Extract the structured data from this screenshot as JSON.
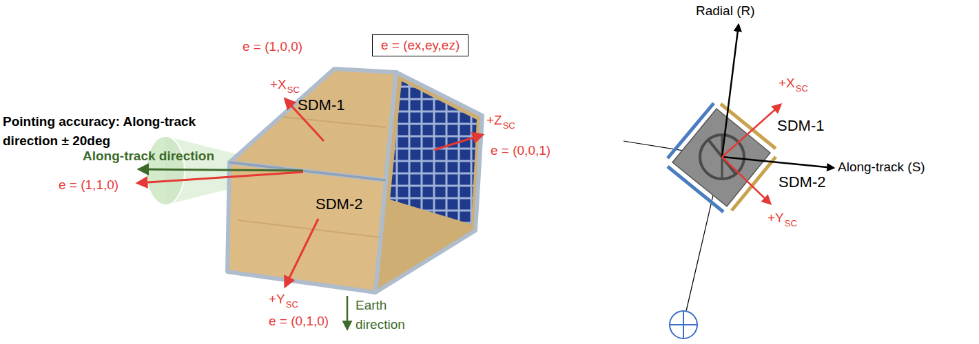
{
  "diagram": {
    "nodes": [
      {
        "text": [
          "e = (ex,ey,ez)"
        ]
      }
    ],
    "labels": [
      "e = (1,0,0)",
      "+X",
      "SC",
      "Pointing accuracy: Along-track direction ± 20deg",
      "Along-track direction",
      "e = (1,1,0)",
      "SDM-1",
      "+Z",
      "SC",
      "e = (0,0,1)",
      "SDM-2",
      "+Y",
      "SC",
      "e = (0,1,0)",
      "Earth direction",
      "Radial (R)",
      "+X",
      "SC",
      "SDM-1",
      "Along-track (S)",
      "SDM-2",
      "+Y",
      "SC"
    ]
  }
}
